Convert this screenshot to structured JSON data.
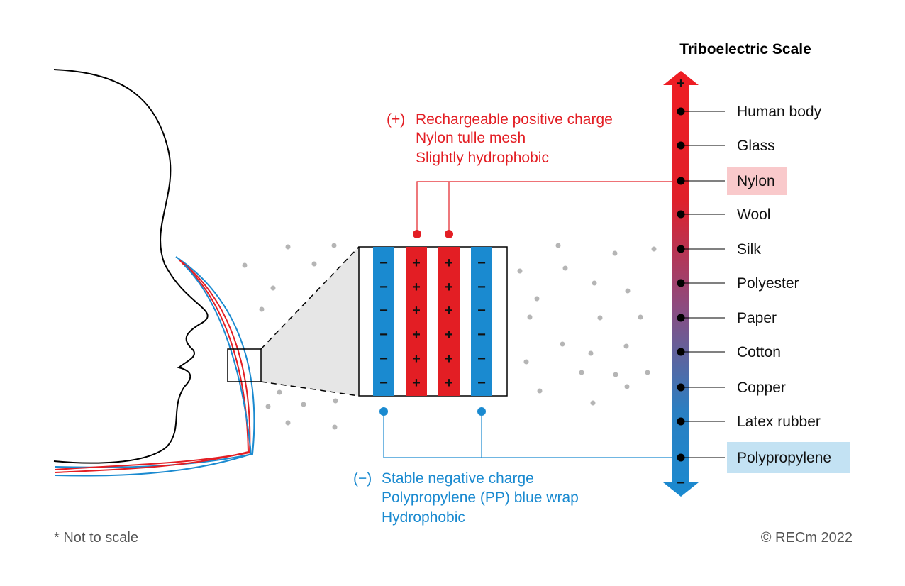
{
  "scale": {
    "title": "Triboelectric Scale",
    "top_sign": "+",
    "bottom_sign": "−",
    "items": [
      "Human body",
      "Glass",
      "Nylon",
      "Wool",
      "Silk",
      "Polyester",
      "Paper",
      "Cotton",
      "Copper",
      "Latex rubber",
      "Polypropylene"
    ],
    "highlight_positive": "Nylon",
    "highlight_negative": "Polypropylene"
  },
  "positive_note": {
    "prefix": "(+)",
    "lines": [
      "Rechargeable positive charge",
      "Nylon tulle mesh",
      "Slightly hydrophobic"
    ]
  },
  "negative_note": {
    "prefix": "(−)",
    "lines": [
      "Stable negative charge",
      "Polypropylene (PP) blue wrap",
      "Hydrophobic"
    ]
  },
  "layers": {
    "neg_sign": "−",
    "pos_sign": "+"
  },
  "footer": {
    "left": "* Not to scale",
    "right": "© RECm 2022"
  },
  "colors": {
    "positive": "#e31e24",
    "negative": "#1a8ad0",
    "nylon_highlight": "#f9c9cb",
    "pp_highlight": "#c3e2f3",
    "particle": "#b5b5b5"
  }
}
